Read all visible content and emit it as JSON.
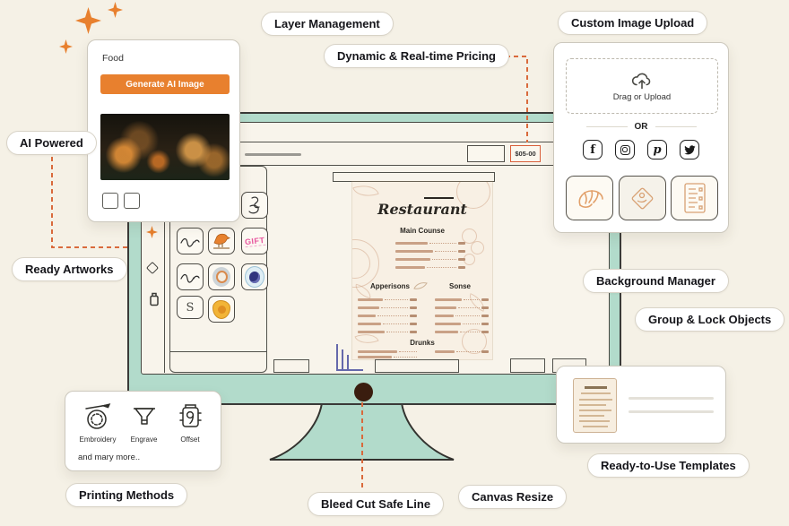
{
  "pills": {
    "layer_management": "Layer Management",
    "custom_image_upload": "Custom Image Upload",
    "dynamic_pricing": "Dynamic & Real-time Pricing",
    "ai_powered": "AI Powered",
    "ready_artworks": "Ready Artworks",
    "background_manager": "Background Manager",
    "group_lock": "Group & Lock Objects",
    "ready_templates": "Ready-to-Use Templates",
    "printing_methods": "Printing Methods",
    "bleed_cut": "Bleed Cut Safe Line",
    "canvas_resize": "Canvas Resize"
  },
  "ai_panel": {
    "category": "Food",
    "generate_button": "Generate AI Image"
  },
  "upload_panel": {
    "drag_label": "Drag or Upload",
    "or_label": "OR"
  },
  "editor": {
    "price_tag": "$05-00"
  },
  "artworks": {
    "gift_text": "GIFT",
    "letter_s": "S"
  },
  "menu": {
    "title": "Restaurant",
    "main_heading": "Main Counse",
    "left_heading": "Apperisons",
    "right_heading": "Sonse",
    "bottom_heading": "Drunks"
  },
  "printing": {
    "methods": [
      "Embroidery",
      "Engrave",
      "Offset"
    ],
    "more_text": "and mary more.."
  },
  "colors": {
    "background": "#F5F1E6",
    "mint": "#B2DBCB",
    "accent_orange": "#E8802E",
    "dashed_connector": "#D96A3C",
    "price_border": "#D95F3B",
    "gift_pink": "#E8559E",
    "bleed_purple": "#6568AB",
    "menu_line_art": "#CFA183"
  }
}
